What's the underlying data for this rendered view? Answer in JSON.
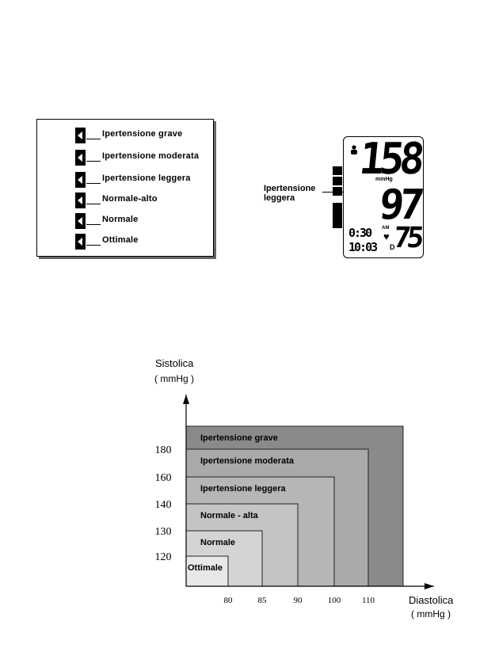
{
  "legend": {
    "items": [
      {
        "label": "Ipertensione grave"
      },
      {
        "label": "Ipertensione moderata"
      },
      {
        "label": "Ipertensione leggera"
      },
      {
        "label": "Normale-alto"
      },
      {
        "label": "Normale"
      },
      {
        "label": "Ottimale"
      }
    ]
  },
  "monitor": {
    "pointer_label_line1": "Ipertensione",
    "pointer_label_line2": "leggera",
    "systolic": "158",
    "unit": "mmHg",
    "diastolic": "97",
    "time": "0:30",
    "ampm": "AM",
    "date": "10:03",
    "date_suffix": "D",
    "pulse": "75"
  },
  "chart_data": {
    "type": "area",
    "ylabel_line1": "Sistolica",
    "ylabel_line2": "( mmHg )",
    "xlabel_line1": "Diastolica",
    "xlabel_line2": "( mmHg )",
    "x_ticks": [
      "80",
      "85",
      "90",
      "100",
      "110"
    ],
    "y_ticks": [
      "120",
      "130",
      "140",
      "160",
      "180"
    ],
    "categories": [
      {
        "name": "Ipertensione grave",
        "systolic_min": 180,
        "diastolic_min": 110,
        "color": "#8a8a8a"
      },
      {
        "name": "Ipertensione moderata",
        "systolic_min": 160,
        "diastolic_min": 100,
        "color": "#a9a9a9"
      },
      {
        "name": "Ipertensione leggera",
        "systolic_min": 140,
        "diastolic_min": 90,
        "color": "#b6b6b6"
      },
      {
        "name": "Normale - alta",
        "systolic_min": 130,
        "diastolic_min": 85,
        "color": "#c4c4c4"
      },
      {
        "name": "Normale",
        "systolic_min": 120,
        "diastolic_min": 80,
        "color": "#d4d4d4"
      },
      {
        "name": "Ottimale",
        "systolic_min": 0,
        "diastolic_min": 0,
        "color": "#e8e8e8"
      }
    ]
  }
}
